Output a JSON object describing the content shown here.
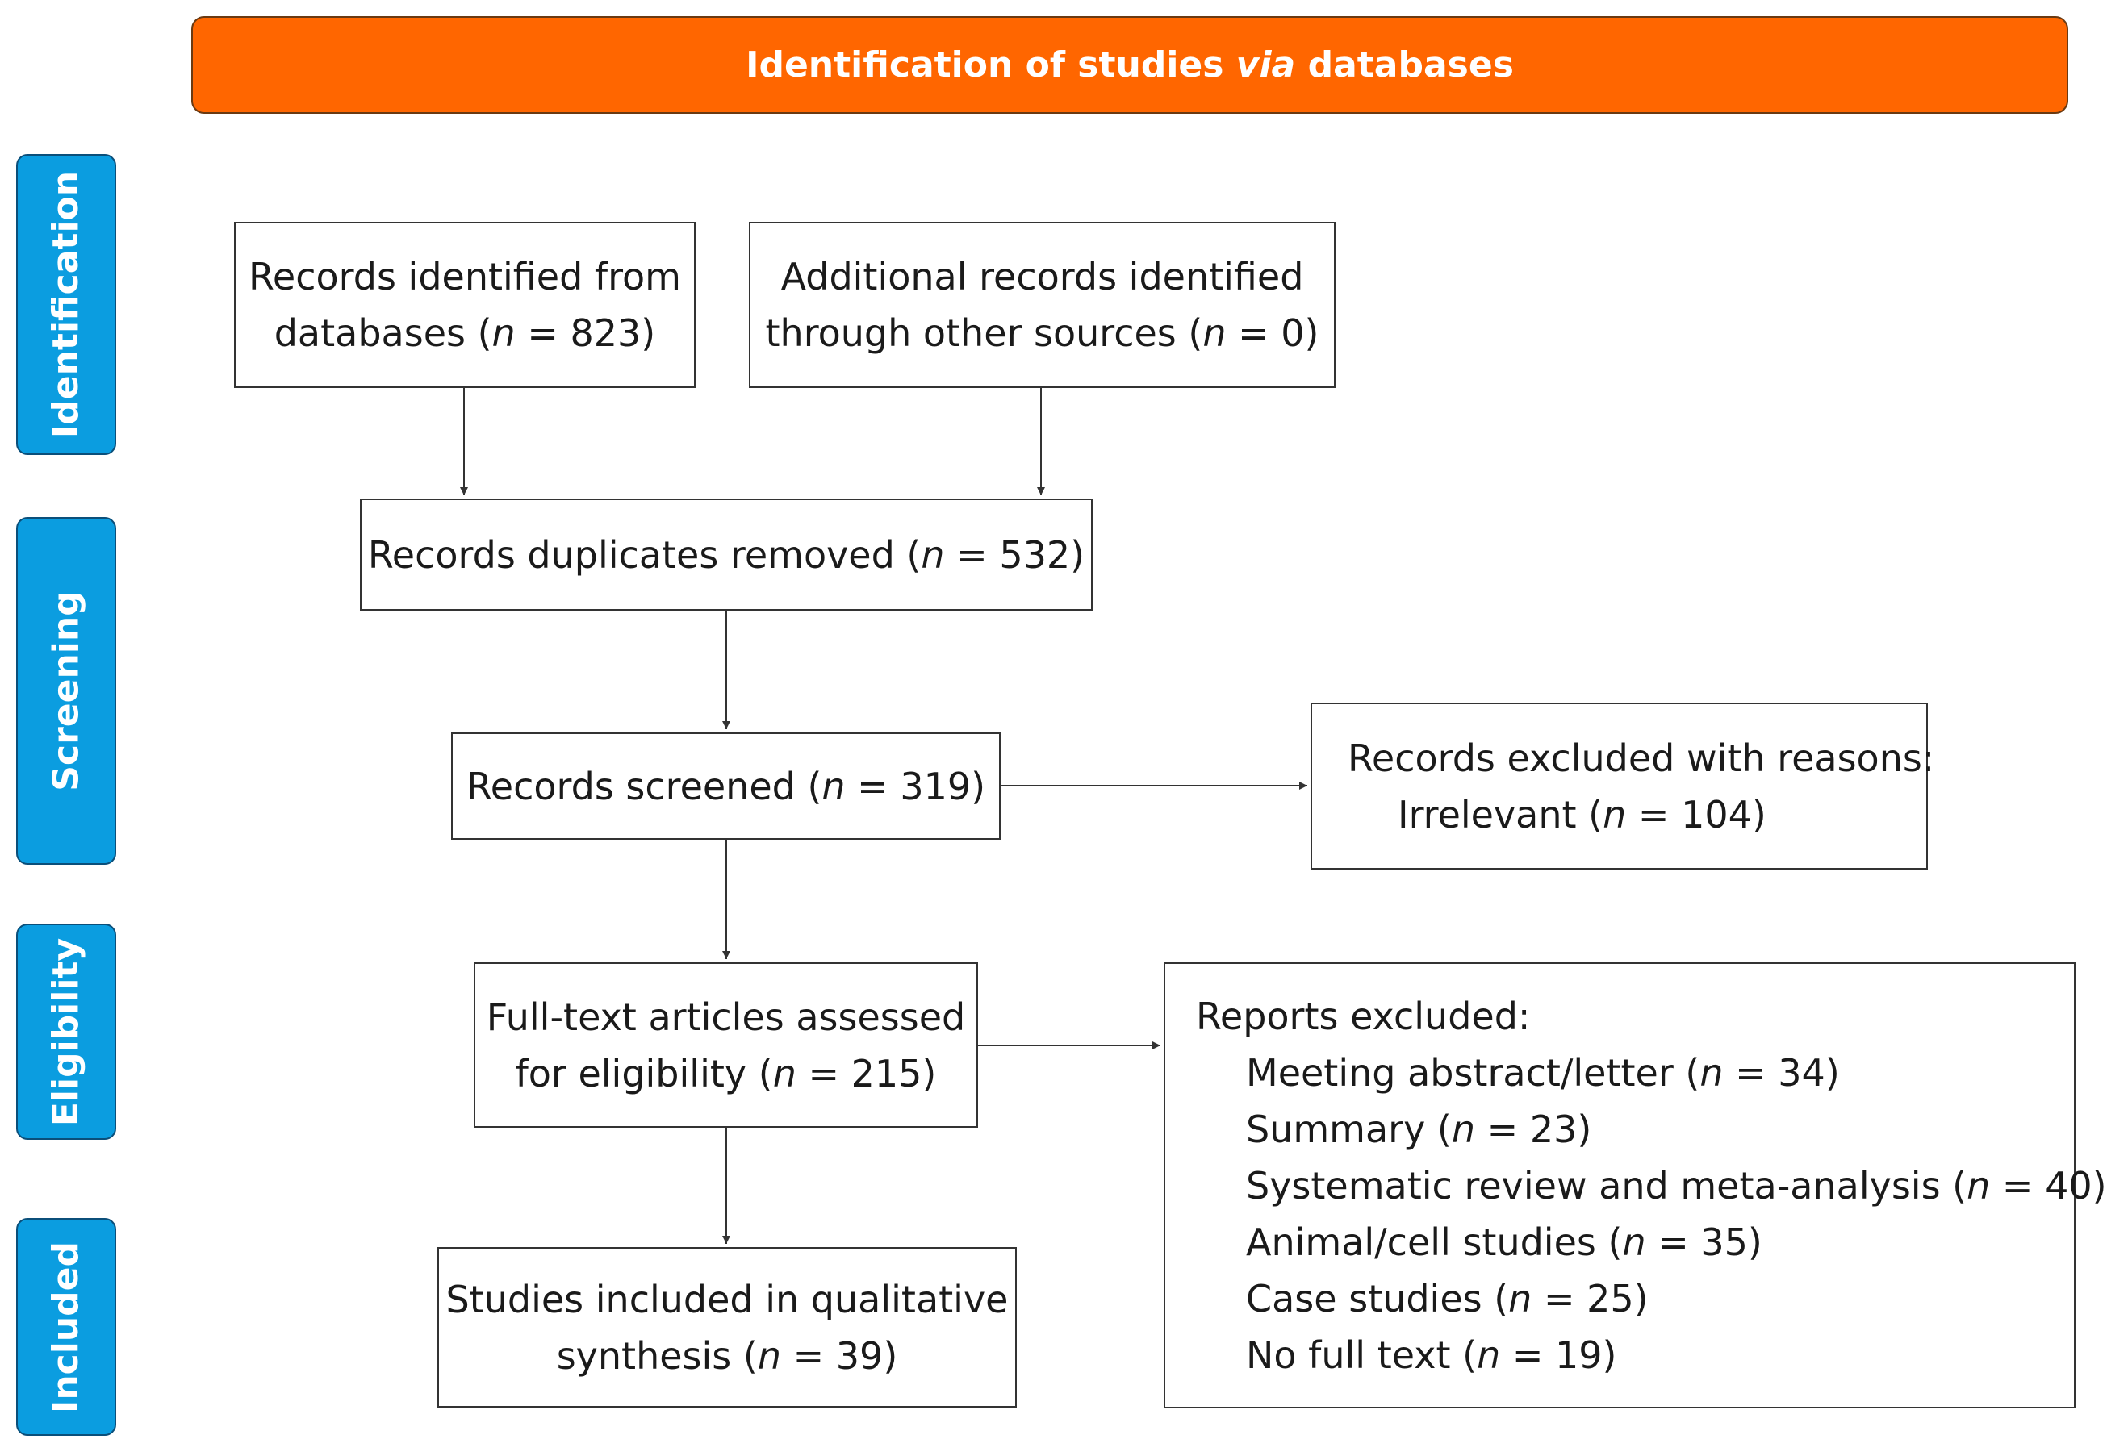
{
  "colors": {
    "header_bg": "#ff6600",
    "stage_bg": "#0b9de0",
    "line": "#333333"
  },
  "header": {
    "title_pre": "Identification of studies ",
    "title_italic": "via",
    "title_post": " databases"
  },
  "stages": {
    "identification": "Identification",
    "screening": "Screening",
    "eligibility": "Eligibility",
    "included": "Included"
  },
  "n_symbol": "n",
  "boxes": {
    "databases": {
      "line1": "Records identified from",
      "line2_pre": "databases (",
      "line2_post": " = 823)"
    },
    "other_sources": {
      "line1": "Additional records identified",
      "line2_pre": "through other sources (",
      "line2_post": " = 0)"
    },
    "duplicates": {
      "line1_pre": "Records duplicates removed (",
      "line1_post": " = 532)"
    },
    "screened": {
      "line1_pre": "Records screened (",
      "line1_post": " = 319)"
    },
    "excluded_records": {
      "line1": "Records excluded with reasons:",
      "line2_pre": "Irrelevant (",
      "line2_post": " = 104)"
    },
    "fulltext": {
      "line1": "Full-text articles assessed",
      "line2_pre": "for eligibility (",
      "line2_post": " = 215)"
    },
    "included": {
      "line1": "Studies included in qualitative",
      "line2_pre": "synthesis (",
      "line2_post": " = 39)"
    },
    "reports_excluded": {
      "title": "Reports excluded:",
      "items": [
        {
          "pre": "Meeting abstract/letter (",
          "post": " = 34)"
        },
        {
          "pre": "Summary (",
          "post": " = 23)"
        },
        {
          "pre": "Systematic review and meta-analysis (",
          "post": " = 40)"
        },
        {
          "pre": "Animal/cell studies (",
          "post": " = 35)"
        },
        {
          "pre": "Case studies (",
          "post": " = 25)"
        },
        {
          "pre": "No full text (",
          "post": " = 19)"
        }
      ]
    }
  }
}
